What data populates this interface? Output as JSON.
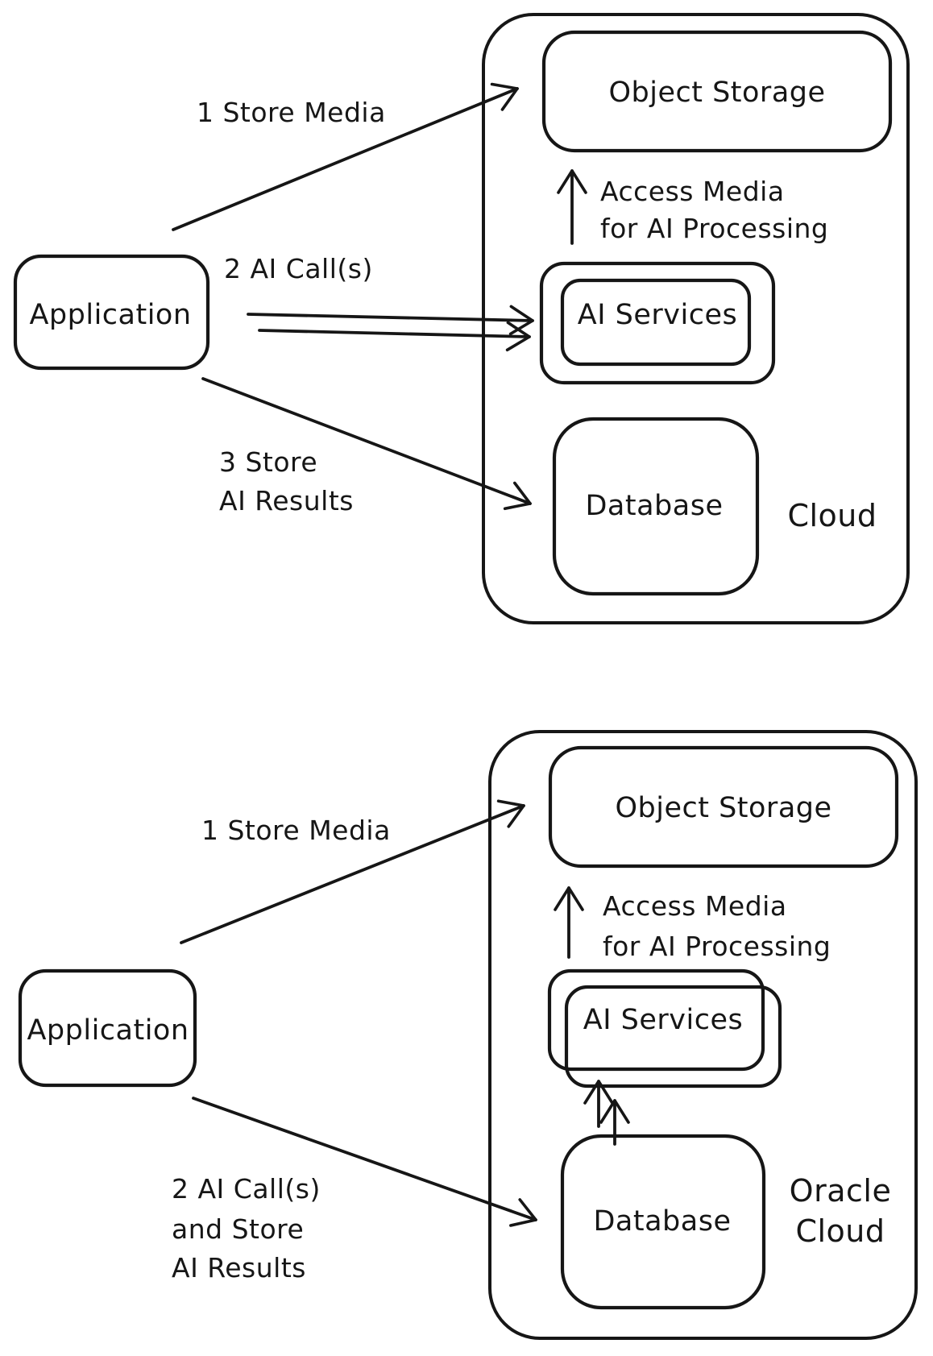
{
  "colors": {
    "ink": "#161616",
    "background": "#ffffff"
  },
  "diagram_top": {
    "application": "Application",
    "object_storage": "Object Storage",
    "ai_services": "AI Services",
    "database": "Database",
    "cloud_label": "Cloud",
    "arrow_store_media": "1 Store Media",
    "arrow_ai_calls": "2 AI Call(s)",
    "arrow_store_results_line1": "3 Store",
    "arrow_store_results_line2": "AI Results",
    "arrow_access_media_line1": "Access Media",
    "arrow_access_media_line2": "for AI Processing"
  },
  "diagram_bottom": {
    "application": "Application",
    "object_storage": "Object Storage",
    "ai_services": "AI Services",
    "database": "Database",
    "cloud_label_line1": "Oracle",
    "cloud_label_line2": "Cloud",
    "arrow_store_media": "1 Store Media",
    "arrow_combined_line1": "2 AI Call(s)",
    "arrow_combined_line2": "and Store",
    "arrow_combined_line3": "AI Results",
    "arrow_access_media_line1": "Access Media",
    "arrow_access_media_line2": "for AI Processing"
  }
}
